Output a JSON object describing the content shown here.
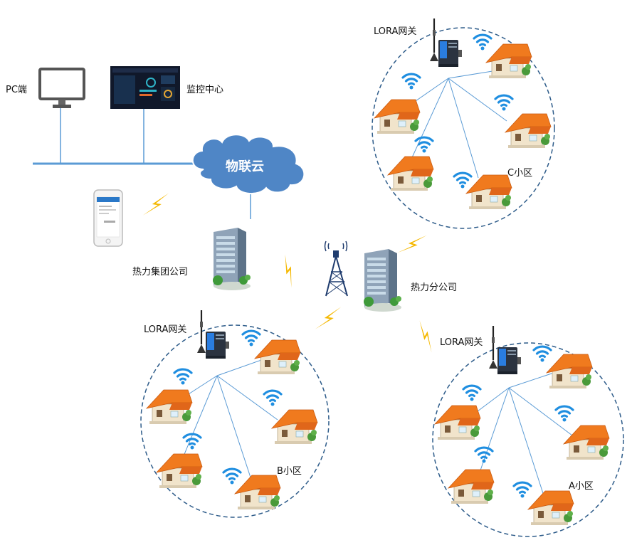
{
  "labels": {
    "pc": "PC端",
    "monitor": "监控中心",
    "cloud": "物联云",
    "group_company": "热力集团公司",
    "branch_company": "热力分公司"
  },
  "gateway_label": "LORA网关",
  "districts": {
    "a": "A小区",
    "b": "B小区",
    "c": "C小区"
  },
  "colors": {
    "network_line": "#5b9bd5",
    "cloud": "#4f86c6",
    "dashed_ellipse": "#2e5c8a",
    "wifi": "#1f8ee0",
    "lightning": "#f5b800",
    "house_roof": "#f07a1e",
    "house_wall": "#f1e4cb"
  }
}
